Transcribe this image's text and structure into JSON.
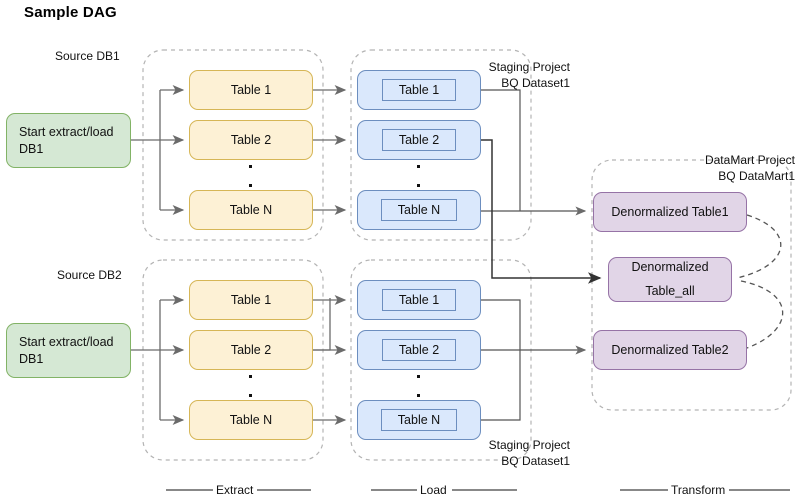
{
  "diagram": {
    "title": "Sample DAG",
    "colors": {
      "start_fill": "#d5e8d4",
      "start_stroke": "#82b366",
      "extract_fill": "#fdf1d5",
      "extract_stroke": "#d6b656",
      "load_fill": "#dae8fc",
      "load_stroke": "#6c8ebf",
      "transform_fill": "#e1d5e7",
      "transform_stroke": "#9673a6",
      "edge": "#6b6b6b",
      "container": "#b3b3b3"
    },
    "group_labels": {
      "source_db1": "Source DB1",
      "source_db2": "Source DB2",
      "staging_top": "Staging Project\nBQ Dataset1",
      "staging_bottom": "Staging Project\nBQ Dataset1",
      "datamart": "DataMart Project\nBQ DataMart1"
    },
    "start_nodes": [
      {
        "label": "Start extract/load DB1"
      },
      {
        "label": "Start extract/load DB1"
      }
    ],
    "extract_tables_top": [
      {
        "label": "Table 1"
      },
      {
        "label": "Table 2"
      },
      {
        "label": "Table N"
      }
    ],
    "extract_tables_bottom": [
      {
        "label": "Table 1"
      },
      {
        "label": "Table 2"
      },
      {
        "label": "Table N"
      }
    ],
    "load_tables_top": [
      {
        "label": "Table 1"
      },
      {
        "label": "Table 2"
      },
      {
        "label": "Table N"
      }
    ],
    "load_tables_bottom": [
      {
        "label": "Table 1"
      },
      {
        "label": "Table 2"
      },
      {
        "label": "Table N"
      }
    ],
    "transform_nodes": [
      {
        "label": "Denormalized Table1",
        "line1": "Denormalized Table1",
        "line2": ""
      },
      {
        "label": "Denormalized Table_all",
        "line1": "Denormalized",
        "line2": "Table_all"
      },
      {
        "label": "Denormalized Table2",
        "line1": "Denormalized Table2",
        "line2": ""
      }
    ],
    "phases": [
      {
        "label": "Extract"
      },
      {
        "label": "Load"
      },
      {
        "label": "Transform"
      }
    ],
    "ellipsis": {
      "glyph": "▪"
    }
  }
}
